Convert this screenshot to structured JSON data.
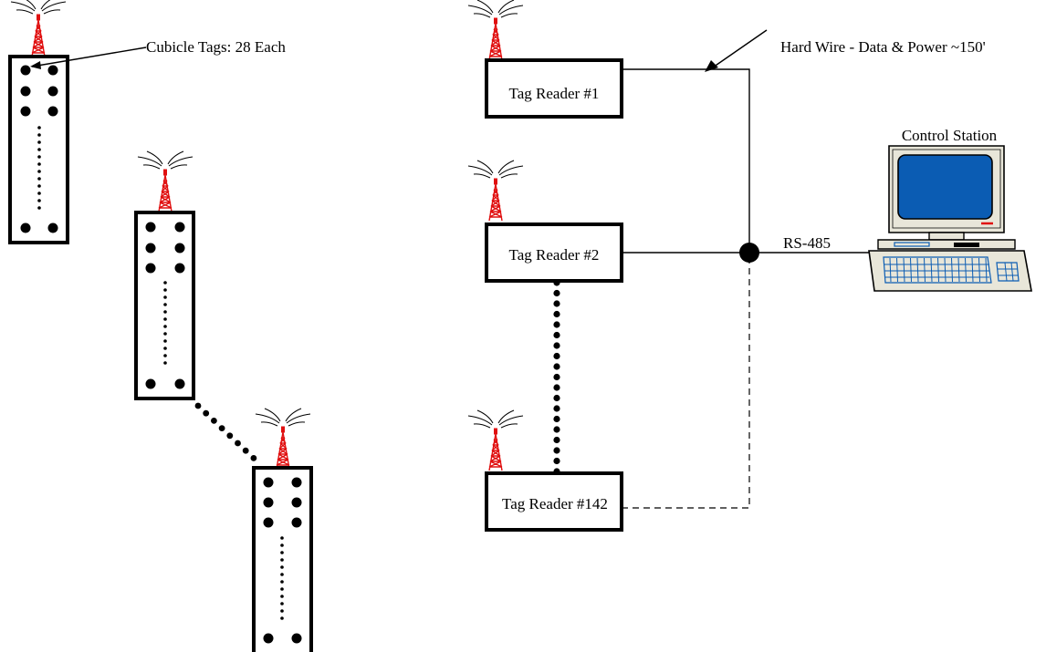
{
  "labels": {
    "cubicle_tags": "Cubicle Tags: 28 Each",
    "hard_wire": "Hard Wire - Data & Power ~150'",
    "control_station": "Control Station",
    "rs485": "RS-485"
  },
  "readers": [
    {
      "label": "Tag Reader #1"
    },
    {
      "label": "Tag Reader #2"
    },
    {
      "label": "Tag Reader #142"
    }
  ],
  "colors": {
    "antenna": "#e01010",
    "screen": "#0b5cb3",
    "monitor": "#e8e6d9"
  }
}
